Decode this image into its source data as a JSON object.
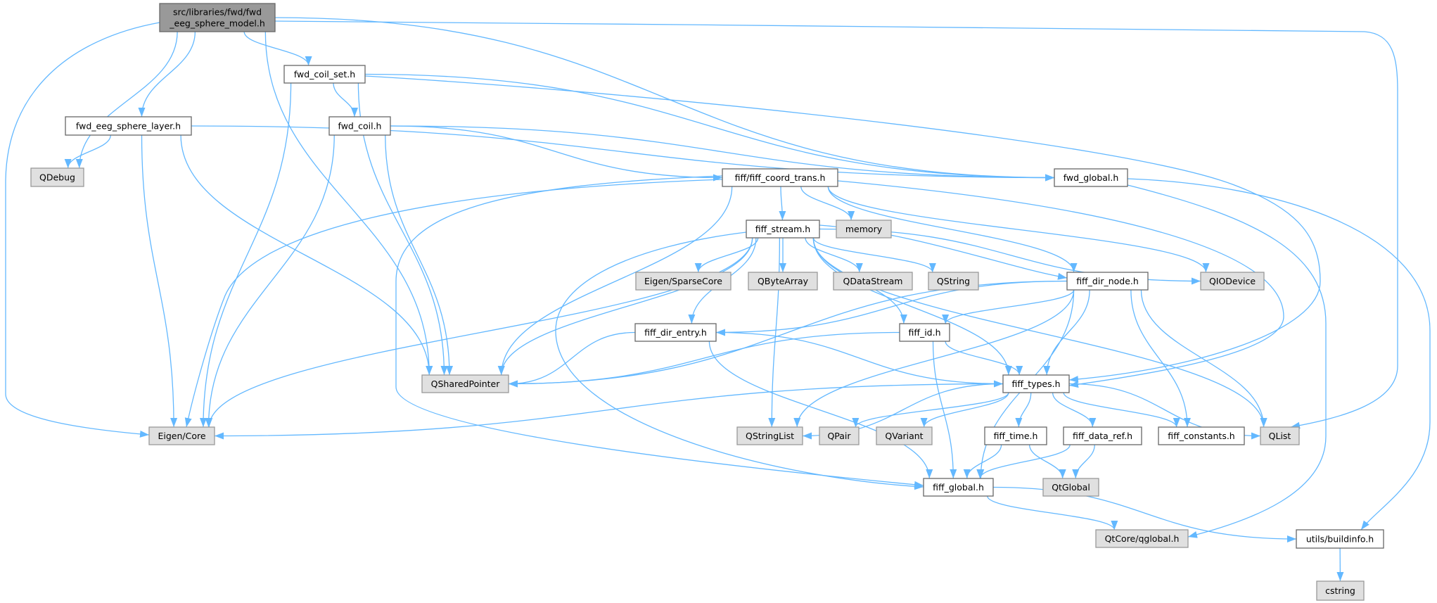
{
  "graph": {
    "title_lines": [
      "src/libraries/fwd/fwd",
      "_eeg_sphere_model.h"
    ],
    "colors": {
      "edge": "#63b8ff",
      "root_fill": "#999999",
      "external_fill": "#e0e0e0",
      "file_fill": "#ffffff"
    },
    "nodes": [
      {
        "id": "root",
        "label": "src/libraries/fwd/fwd_eeg_sphere_model.h",
        "kind": "root"
      },
      {
        "id": "fwd_coil_set.h",
        "label": "fwd_coil_set.h",
        "kind": "file"
      },
      {
        "id": "fwd_eeg_sphere_layer.h",
        "label": "fwd_eeg_sphere_layer.h",
        "kind": "file"
      },
      {
        "id": "fwd_coil.h",
        "label": "fwd_coil.h",
        "kind": "file"
      },
      {
        "id": "QDebug",
        "label": "QDebug",
        "kind": "external"
      },
      {
        "id": "fwd_global.h",
        "label": "fwd_global.h",
        "kind": "file"
      },
      {
        "id": "fiff/fiff_coord_trans.h",
        "label": "fiff/fiff_coord_trans.h",
        "kind": "file"
      },
      {
        "id": "memory",
        "label": "memory",
        "kind": "external"
      },
      {
        "id": "fiff_stream.h",
        "label": "fiff_stream.h",
        "kind": "file"
      },
      {
        "id": "Eigen/SparseCore",
        "label": "Eigen/SparseCore",
        "kind": "external"
      },
      {
        "id": "QByteArray",
        "label": "QByteArray",
        "kind": "external"
      },
      {
        "id": "QDataStream",
        "label": "QDataStream",
        "kind": "external"
      },
      {
        "id": "QString",
        "label": "QString",
        "kind": "external"
      },
      {
        "id": "fiff_dir_node.h",
        "label": "fiff_dir_node.h",
        "kind": "file"
      },
      {
        "id": "QIODevice",
        "label": "QIODevice",
        "kind": "external"
      },
      {
        "id": "fiff_dir_entry.h",
        "label": "fiff_dir_entry.h",
        "kind": "file"
      },
      {
        "id": "fiff_id.h",
        "label": "fiff_id.h",
        "kind": "file"
      },
      {
        "id": "QSharedPointer",
        "label": "QSharedPointer",
        "kind": "external"
      },
      {
        "id": "fiff_types.h",
        "label": "fiff_types.h",
        "kind": "file"
      },
      {
        "id": "Eigen/Core",
        "label": "Eigen/Core",
        "kind": "external"
      },
      {
        "id": "QStringList",
        "label": "QStringList",
        "kind": "external"
      },
      {
        "id": "QPair",
        "label": "QPair",
        "kind": "external"
      },
      {
        "id": "QVariant",
        "label": "QVariant",
        "kind": "external"
      },
      {
        "id": "fiff_time.h",
        "label": "fiff_time.h",
        "kind": "file"
      },
      {
        "id": "fiff_data_ref.h",
        "label": "fiff_data_ref.h",
        "kind": "file"
      },
      {
        "id": "fiff_constants.h",
        "label": "fiff_constants.h",
        "kind": "file"
      },
      {
        "id": "QList",
        "label": "QList",
        "kind": "external"
      },
      {
        "id": "fiff_global.h",
        "label": "fiff_global.h",
        "kind": "file"
      },
      {
        "id": "QtGlobal",
        "label": "QtGlobal",
        "kind": "external"
      },
      {
        "id": "QtCore/qglobal.h",
        "label": "QtCore/qglobal.h",
        "kind": "external"
      },
      {
        "id": "utils/buildinfo.h",
        "label": "utils/buildinfo.h",
        "kind": "file"
      },
      {
        "id": "cstring",
        "label": "cstring",
        "kind": "external"
      }
    ],
    "edges": [
      [
        "root",
        "Eigen/Core"
      ],
      [
        "root",
        "QDebug"
      ],
      [
        "root",
        "fwd_eeg_sphere_layer.h"
      ],
      [
        "root",
        "QSharedPointer"
      ],
      [
        "root",
        "fwd_coil_set.h"
      ],
      [
        "root",
        "fwd_global.h"
      ],
      [
        "root",
        "QList"
      ],
      [
        "fwd_coil_set.h",
        "Eigen/Core"
      ],
      [
        "fwd_coil_set.h",
        "QSharedPointer"
      ],
      [
        "fwd_coil_set.h",
        "fwd_coil.h"
      ],
      [
        "fwd_coil_set.h",
        "fwd_global.h"
      ],
      [
        "fwd_coil_set.h",
        "fiff_types.h"
      ],
      [
        "fwd_eeg_sphere_layer.h",
        "QDebug"
      ],
      [
        "fwd_eeg_sphere_layer.h",
        "Eigen/Core"
      ],
      [
        "fwd_eeg_sphere_layer.h",
        "QSharedPointer"
      ],
      [
        "fwd_eeg_sphere_layer.h",
        "fwd_global.h"
      ],
      [
        "fwd_coil.h",
        "Eigen/Core"
      ],
      [
        "fwd_coil.h",
        "QSharedPointer"
      ],
      [
        "fwd_coil.h",
        "fiff/fiff_coord_trans.h"
      ],
      [
        "fwd_coil.h",
        "fwd_global.h"
      ],
      [
        "fwd_global.h",
        "utils/buildinfo.h"
      ],
      [
        "fwd_global.h",
        "QtCore/qglobal.h"
      ],
      [
        "fiff/fiff_coord_trans.h",
        "Eigen/Core"
      ],
      [
        "fiff/fiff_coord_trans.h",
        "QSharedPointer"
      ],
      [
        "fiff/fiff_coord_trans.h",
        "fiff_global.h"
      ],
      [
        "fiff/fiff_coord_trans.h",
        "fiff_stream.h"
      ],
      [
        "fiff/fiff_coord_trans.h",
        "memory"
      ],
      [
        "fiff/fiff_coord_trans.h",
        "fiff_dir_node.h"
      ],
      [
        "fiff/fiff_coord_trans.h",
        "QIODevice"
      ],
      [
        "fiff/fiff_coord_trans.h",
        "fiff_types.h"
      ],
      [
        "fiff_stream.h",
        "Eigen/Core"
      ],
      [
        "fiff_stream.h",
        "QSharedPointer"
      ],
      [
        "fiff_stream.h",
        "fiff_global.h"
      ],
      [
        "fiff_stream.h",
        "fiff_dir_entry.h"
      ],
      [
        "fiff_stream.h",
        "QStringList"
      ],
      [
        "fiff_stream.h",
        "Eigen/SparseCore"
      ],
      [
        "fiff_stream.h",
        "QByteArray"
      ],
      [
        "fiff_stream.h",
        "QDataStream"
      ],
      [
        "fiff_stream.h",
        "QString"
      ],
      [
        "fiff_stream.h",
        "fiff_dir_node.h"
      ],
      [
        "fiff_stream.h",
        "fiff_id.h"
      ],
      [
        "fiff_stream.h",
        "fiff_types.h"
      ],
      [
        "fiff_stream.h",
        "QList"
      ],
      [
        "fiff_stream.h",
        "QIODevice"
      ],
      [
        "fiff_dir_node.h",
        "QSharedPointer"
      ],
      [
        "fiff_dir_node.h",
        "fiff_dir_entry.h"
      ],
      [
        "fiff_dir_node.h",
        "fiff_id.h"
      ],
      [
        "fiff_dir_node.h",
        "fiff_types.h"
      ],
      [
        "fiff_dir_node.h",
        "QStringList"
      ],
      [
        "fiff_dir_node.h",
        "fiff_global.h"
      ],
      [
        "fiff_dir_node.h",
        "fiff_constants.h"
      ],
      [
        "fiff_dir_node.h",
        "QList"
      ],
      [
        "fiff_dir_entry.h",
        "QSharedPointer"
      ],
      [
        "fiff_dir_entry.h",
        "fiff_global.h"
      ],
      [
        "fiff_dir_entry.h",
        "fiff_types.h"
      ],
      [
        "fiff_id.h",
        "QSharedPointer"
      ],
      [
        "fiff_id.h",
        "fiff_global.h"
      ],
      [
        "fiff_id.h",
        "fiff_types.h"
      ],
      [
        "fiff_types.h",
        "Eigen/Core"
      ],
      [
        "fiff_types.h",
        "QStringList"
      ],
      [
        "fiff_types.h",
        "QPair"
      ],
      [
        "fiff_types.h",
        "QVariant"
      ],
      [
        "fiff_types.h",
        "fiff_time.h"
      ],
      [
        "fiff_types.h",
        "fiff_data_ref.h"
      ],
      [
        "fiff_types.h",
        "fiff_constants.h"
      ],
      [
        "fiff_types.h",
        "QList"
      ],
      [
        "fiff_time.h",
        "fiff_global.h"
      ],
      [
        "fiff_time.h",
        "QtGlobal"
      ],
      [
        "fiff_data_ref.h",
        "fiff_global.h"
      ],
      [
        "fiff_data_ref.h",
        "QtGlobal"
      ],
      [
        "fiff_global.h",
        "QtCore/qglobal.h"
      ],
      [
        "fiff_global.h",
        "utils/buildinfo.h"
      ],
      [
        "utils/buildinfo.h",
        "cstring"
      ]
    ]
  }
}
